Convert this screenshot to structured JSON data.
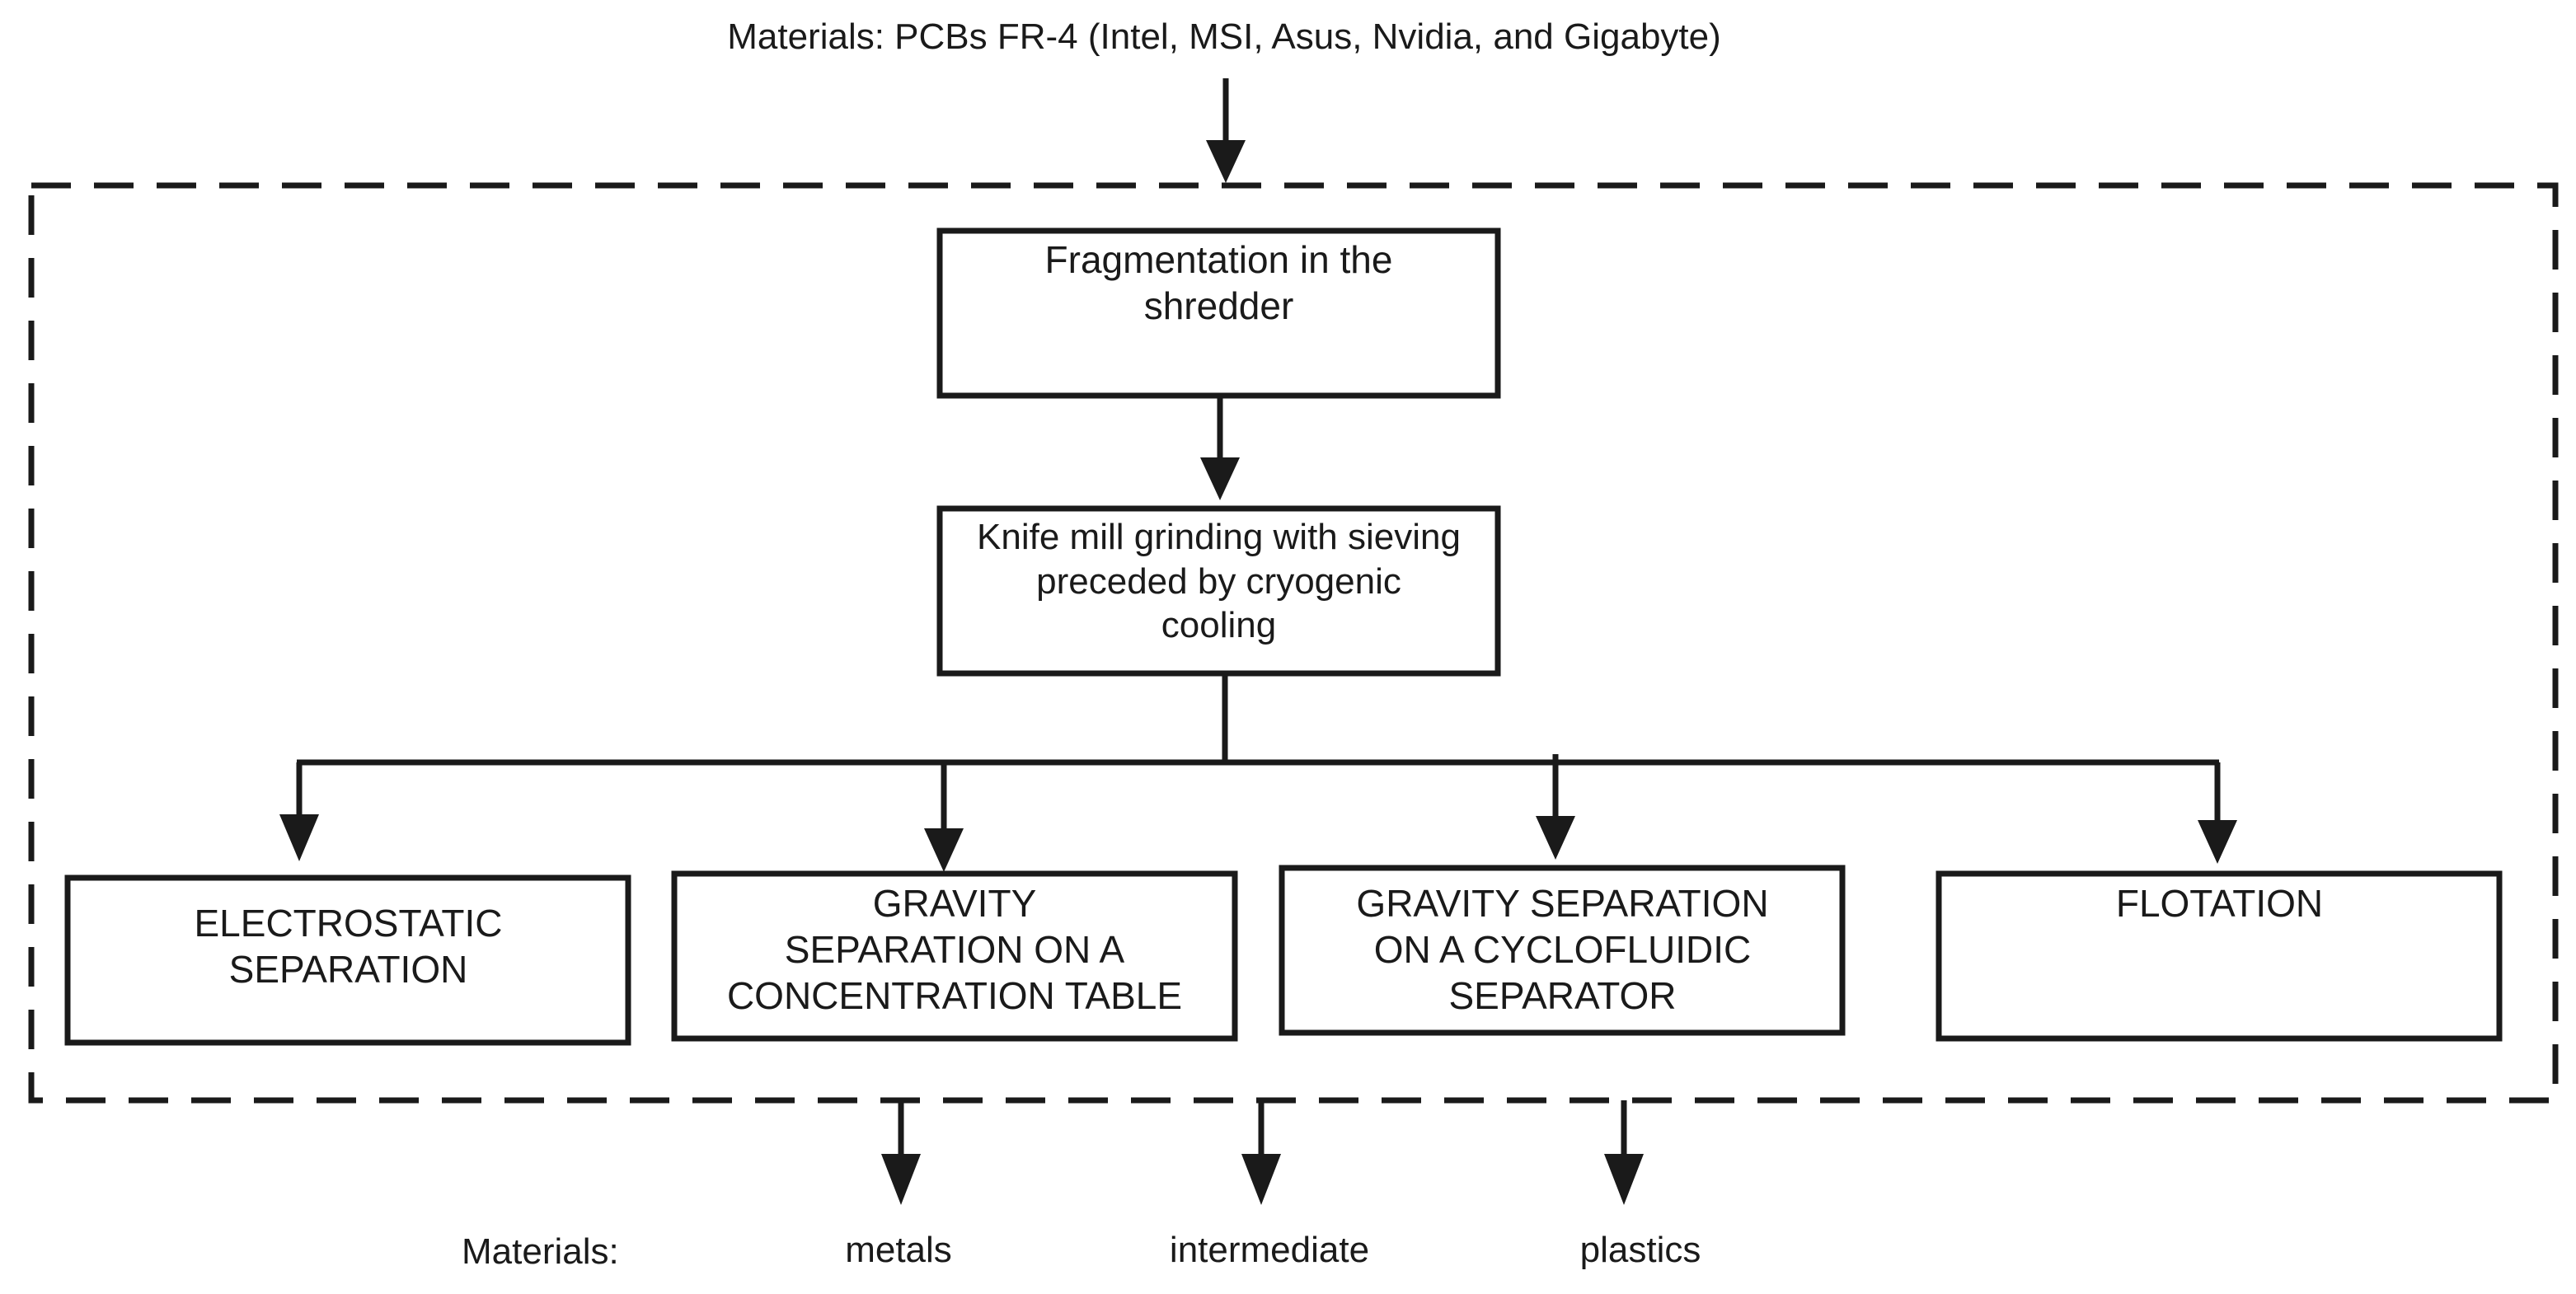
{
  "header": {
    "input_materials": "Materials: PCBs FR-4 (Intel, MSI, Asus, Nvidia, and Gigabyte)"
  },
  "process": {
    "fragmentation": "Fragmentation in the\nshredder",
    "grinding": "Knife mill grinding with sieving\npreceded by cryogenic\ncooling"
  },
  "methods": [
    {
      "label": "ELECTROSTATIC\nSEPARATION"
    },
    {
      "label": "GRAVITY\nSEPARATION ON A\nCONCENTRATION TABLE"
    },
    {
      "label": "GRAVITY SEPARATION\nON A CYCLOFLUIDIC\nSEPARATOR"
    },
    {
      "label": "FLOTATION"
    }
  ],
  "outputs": {
    "label": "Materials:",
    "items": [
      "metals",
      "intermediate",
      "plastics"
    ]
  },
  "colors": {
    "line": "#1a1a1a",
    "background": "#ffffff"
  }
}
